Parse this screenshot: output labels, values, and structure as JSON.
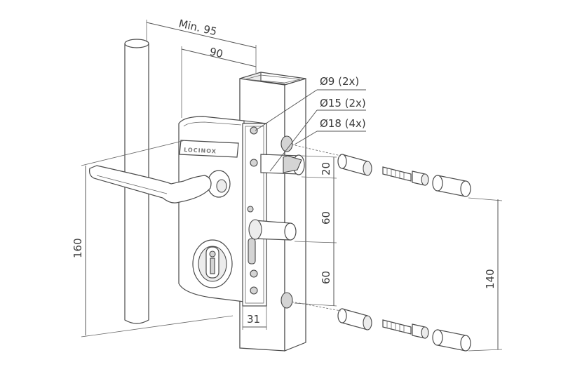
{
  "brand": "LOCINOX",
  "dimensions": {
    "min_95": "Min. 95",
    "d90": "90",
    "hole_9": "Ø9 (2x)",
    "hole_15": "Ø15 (2x)",
    "hole_18": "Ø18 (4x)",
    "d20": "20",
    "d60_top": "60",
    "d60_bottom": "60",
    "d160": "160",
    "d140": "140",
    "d31": "31"
  }
}
